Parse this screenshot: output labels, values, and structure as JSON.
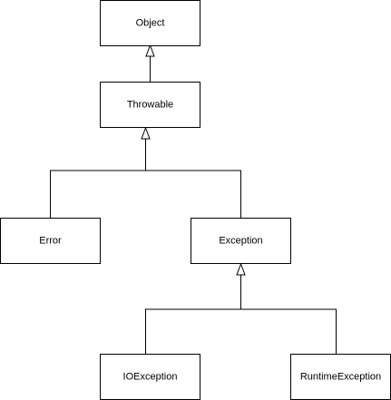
{
  "diagram": {
    "type": "class-hierarchy",
    "colors": {
      "stroke": "#000000",
      "fill": "#ffffff",
      "text": "#000000"
    },
    "nodes": [
      {
        "id": "object",
        "label": "Object"
      },
      {
        "id": "throwable",
        "label": "Throwable"
      },
      {
        "id": "error",
        "label": "Error"
      },
      {
        "id": "exception",
        "label": "Exception"
      },
      {
        "id": "ioexception",
        "label": "IOException"
      },
      {
        "id": "runtimeexception",
        "label": "RuntimeException"
      }
    ],
    "edges": [
      {
        "from": "throwable",
        "to": "object",
        "arrow": "hollow-triangle"
      },
      {
        "from": "error",
        "to": "throwable",
        "arrow": "hollow-triangle"
      },
      {
        "from": "exception",
        "to": "throwable",
        "arrow": "hollow-triangle"
      },
      {
        "from": "ioexception",
        "to": "exception",
        "arrow": "hollow-triangle"
      },
      {
        "from": "runtimeexception",
        "to": "exception",
        "arrow": "hollow-triangle"
      }
    ]
  }
}
